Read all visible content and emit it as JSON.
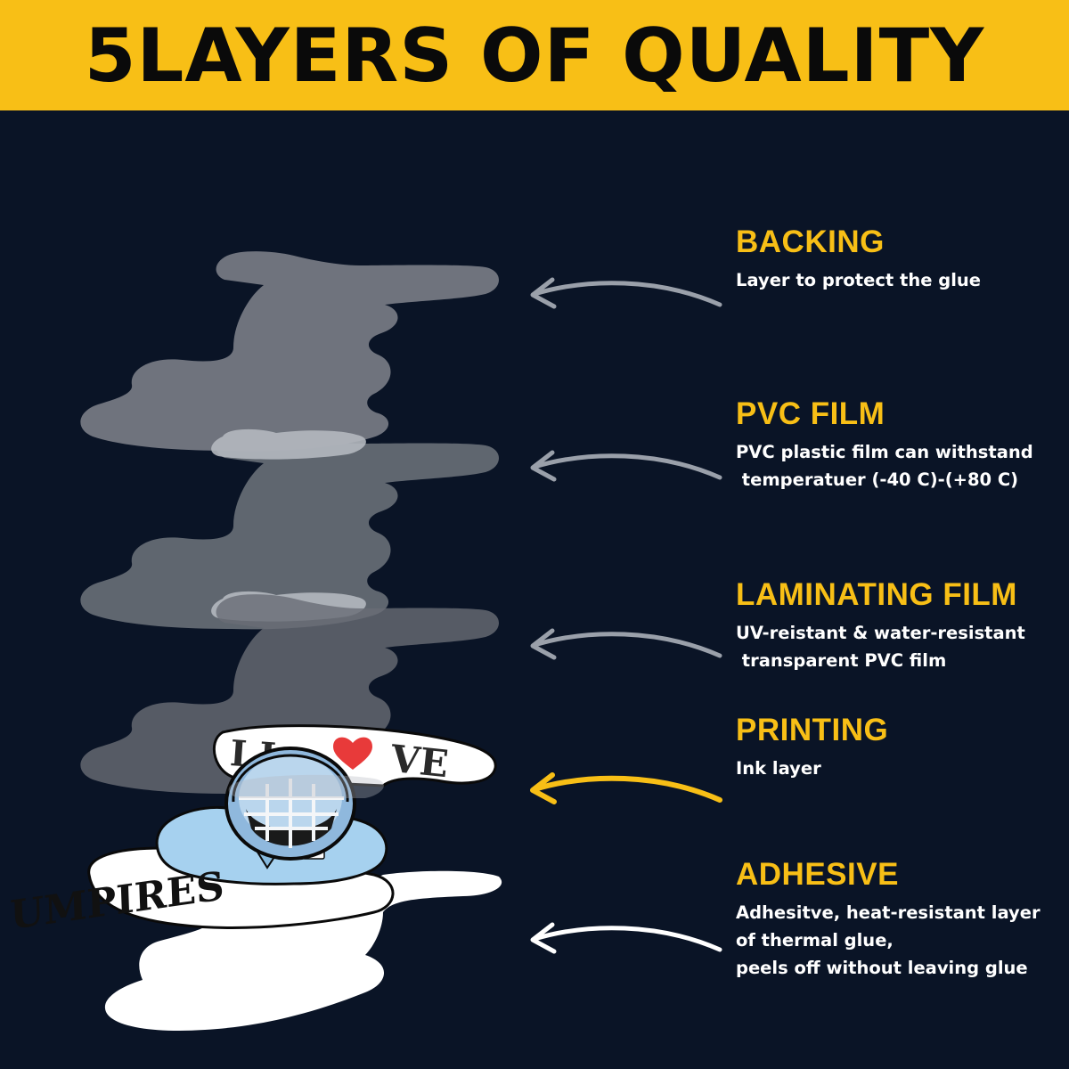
{
  "title": "5LAYERS OF QUALITY",
  "sticker": {
    "top_text_left": "I L",
    "top_text_right": "VE",
    "bottom_text": "UMPIRES"
  },
  "layers": [
    {
      "title": "BACKING",
      "lines": [
        "Layer to protect the glue"
      ]
    },
    {
      "title": "PVC FILM",
      "lines": [
        "PVC plastic film can withstand",
        " temperatuer (-40 C)-(+80 C)"
      ]
    },
    {
      "title": "LAMINATING FILM",
      "lines": [
        "UV-reistant & water-resistant",
        " transparent PVC film"
      ]
    },
    {
      "title": "PRINTING",
      "lines": [
        "Ink layer"
      ]
    },
    {
      "title": "ADHESIVE",
      "lines": [
        "Adhesitve, heat-resistant layer",
        "of thermal glue,",
        "peels off without leaving glue"
      ]
    }
  ],
  "colors": {
    "banner": "#f8bf16",
    "background": "#0a1426",
    "accent": "#f8bf16",
    "text": "#ffffff",
    "layer_gray": "#8a8f98",
    "arrow_gray": "#9aa0aa",
    "arrow_active": "#f8bf16",
    "arrow_white": "#ffffff"
  }
}
